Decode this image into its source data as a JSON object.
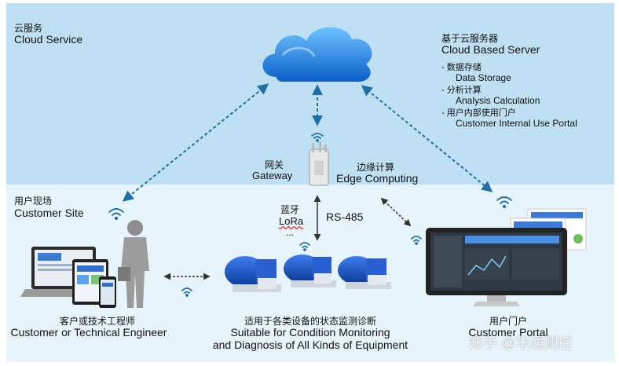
{
  "cloud_service": {
    "zh": "云服务",
    "en": "Cloud  Service"
  },
  "cloud_server": {
    "zh": "基于云服务器",
    "en": "Cloud Based Server",
    "items": [
      {
        "zh": "-  数据存储",
        "en": "Data  Storage"
      },
      {
        "zh": "-  分析计算",
        "en": "Analysis  Calculation"
      },
      {
        "zh": "-  用户内部使用门户",
        "en": "Customer  Internal  Use  Portal"
      }
    ]
  },
  "gateway": {
    "zh": "网关",
    "en": "Gateway"
  },
  "edge": {
    "zh": "边缘计算",
    "en": "Edge Computing"
  },
  "site": {
    "zh": "用户现场",
    "en": "Customer  Site"
  },
  "wireless": {
    "zh": "蓝牙",
    "lora": "LoRa",
    "more": "...",
    "rs485": "RS-485"
  },
  "engineer": {
    "zh": "客户或技术工程师",
    "en": "Customer or Technical Engineer"
  },
  "equipment": {
    "zh": "适用于各类设备的状态监测诊断",
    "en1": "Suitable for Condition Monitoring",
    "en2": "and Diagnosis of All Kinds of Equipment"
  },
  "portal": {
    "zh": "用户门户",
    "en": "Customer Portal"
  },
  "watermark": "知乎 @华通测控",
  "colors": {
    "top_band": "#bfe0f3",
    "bottom_band": "#e7f4fb",
    "arrow": "#1f6fa8",
    "pump": "#1a4fb8"
  }
}
